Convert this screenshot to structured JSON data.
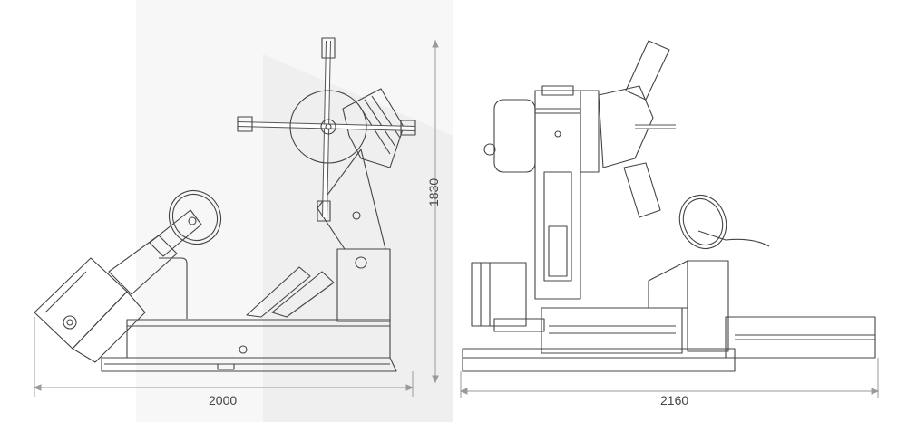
{
  "dimensions": {
    "width_side": "2000",
    "height": "1830",
    "width_front": "2160"
  },
  "colors": {
    "line": "#444444",
    "dimension_line": "#9a9a9a",
    "background_shade": "#f4f4f4"
  }
}
